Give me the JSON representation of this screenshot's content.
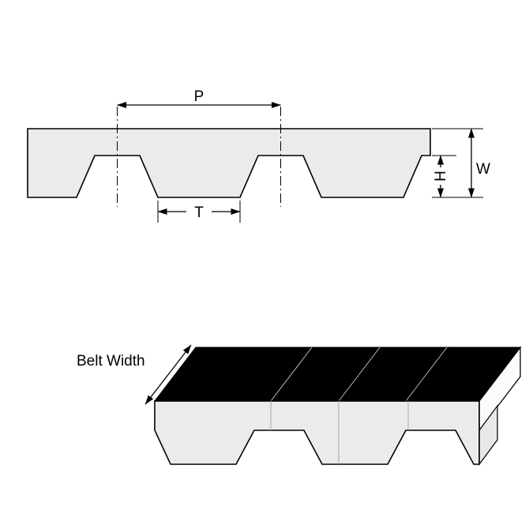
{
  "view": {
    "cross_section": {
      "pitch_label": "P",
      "tooth_width_label": "T",
      "tooth_height_label": "H",
      "thickness_label": "W"
    },
    "perspective": {
      "belt_width_label": "Belt Width"
    }
  },
  "colors": {
    "outline": "#000000",
    "belt_fill": "#ebebeb",
    "top_face_fill": "#000000",
    "end_face_fill": "#fbfbfb",
    "end_tooth_fill": "#e8e8e8",
    "seam_line": "#aaaaaa",
    "background": "#ffffff"
  }
}
